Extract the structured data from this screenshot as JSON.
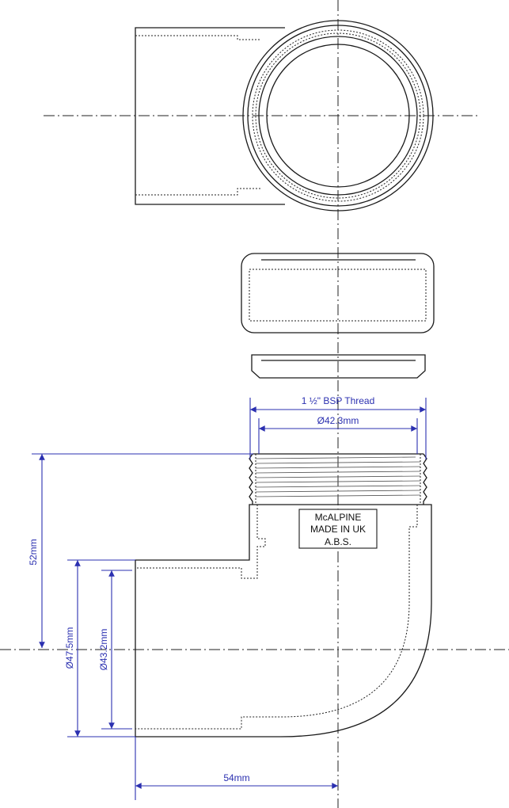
{
  "colors": {
    "dimension": "#2b30b0",
    "outline": "#1a1a1a"
  },
  "dimensions": {
    "thread": "1 ½\" BSP Thread",
    "thread_diameter": "Ø42.3mm",
    "height": "52mm",
    "outer_diameter": "Ø47.5mm",
    "inner_diameter": "Ø43.2mm",
    "offset": "54mm"
  },
  "label_box": {
    "line1": "McALPINE",
    "line2": "MADE IN UK",
    "line3": "A.B.S."
  }
}
